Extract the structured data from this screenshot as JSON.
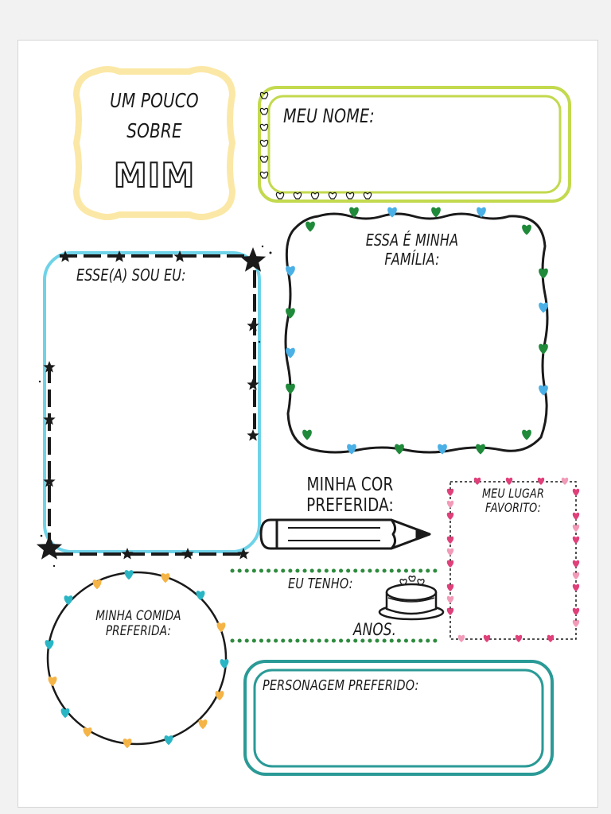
{
  "title_badge": {
    "line1": "UM POUCO",
    "line2": "SOBRE",
    "line3": "MIM"
  },
  "sections": {
    "name": "MEU NOME:",
    "family": "ESSA É MINHA FAMÍLIA:",
    "self": "ESSE(A) SOU EU:",
    "color": "MINHA COR PREFERIDA:",
    "place": "MEU LUGAR FAVORITO:",
    "age_label": "EU TENHO:",
    "age_unit": "ANOS.",
    "food": "MINHA COMIDA PREFERIDA:",
    "character": "PERSONAGEM PREFERIDO:"
  },
  "colors": {
    "badge_border": "#fbe8a6",
    "name_border": "#c3d94e",
    "self_border": "#6fd3e8",
    "family_heart_green": "#1f8a3a",
    "family_heart_blue": "#4ab0e6",
    "place_heart_pink": "#e0407a",
    "dots_green": "#2e8b3e",
    "food_heart_orange": "#f5b446",
    "food_heart_teal": "#2ab5c4",
    "character_border": "#2a9a96",
    "ink": "#1a1a1a"
  }
}
